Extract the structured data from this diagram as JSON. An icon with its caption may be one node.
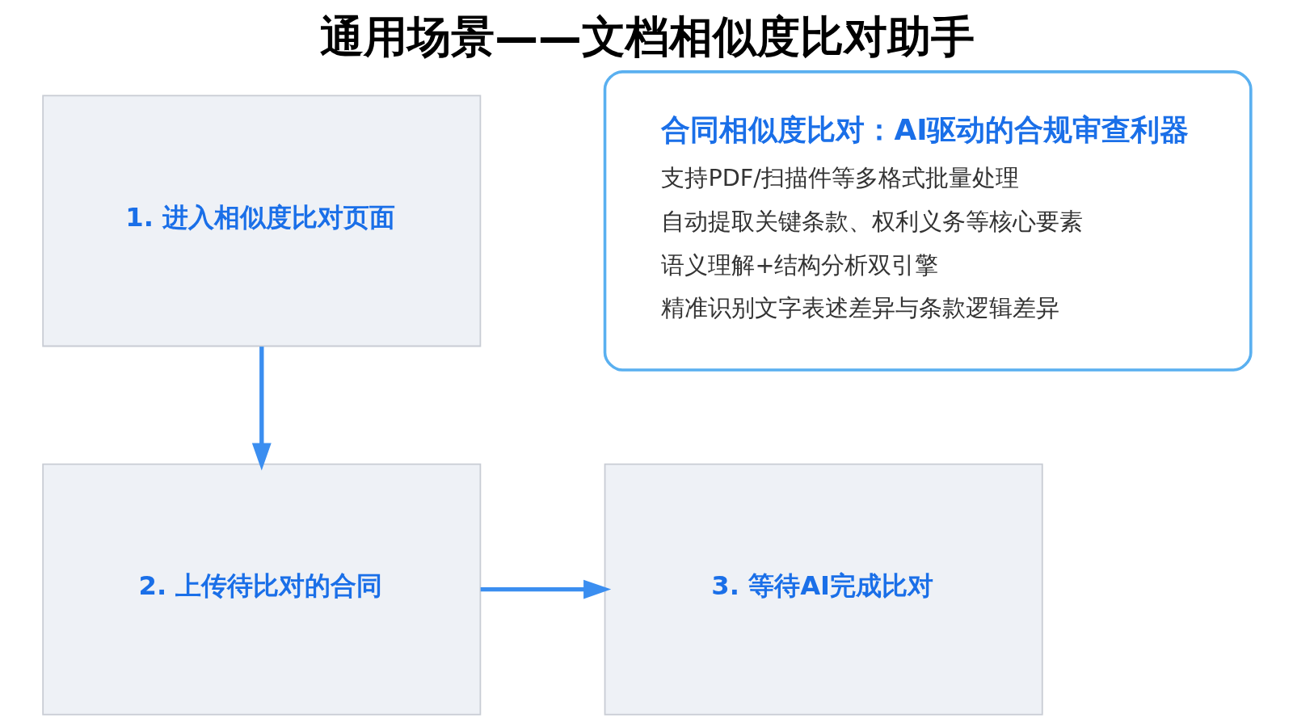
{
  "diagram": {
    "title": "通用场景——文档相似度比对助手",
    "nodes": [
      {
        "text": [
          "1. 进入相似度比对页面"
        ]
      },
      {
        "text": [
          "合同相似度比对：AI驱动的合规审查利器",
          "支持PDF/扫描件等多格式批量处理",
          "自动提取关键条款、权利义务等核心要素",
          "语义理解+结构分析双引擎",
          "精准识别文字表述差异与条款逻辑差异"
        ]
      },
      {
        "text": [
          "2. 上传待比对的合同"
        ]
      },
      {
        "text": [
          "3. 等待AI完成比对"
        ]
      }
    ],
    "edges": [
      {
        "from": 0,
        "to": 2,
        "arrow": "to"
      },
      {
        "from": 2,
        "to": 3,
        "arrow": "to"
      }
    ]
  }
}
